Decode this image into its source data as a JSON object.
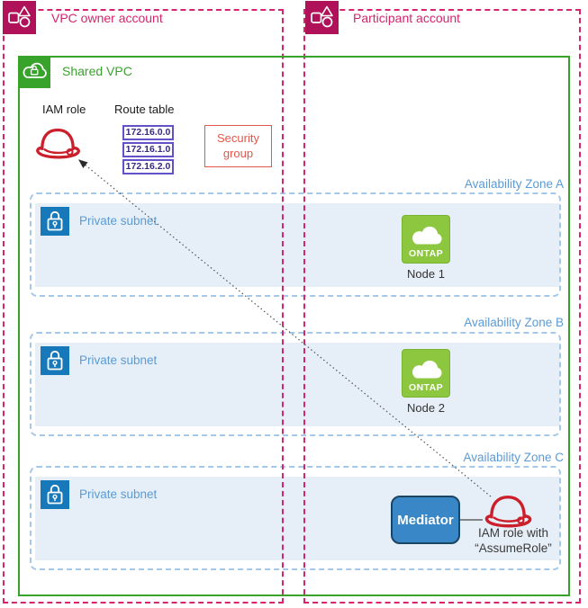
{
  "accounts": [
    {
      "label": "VPC owner account"
    },
    {
      "label": "Participant account"
    }
  ],
  "shared_vpc": {
    "label": "Shared VPC"
  },
  "iam_role": {
    "label": "IAM role"
  },
  "route_table": {
    "label": "Route table",
    "routes": [
      "172.16.0.0",
      "172.16.1.0",
      "172.16.2.0"
    ]
  },
  "security_group": {
    "label": "Security group"
  },
  "zones": [
    {
      "label": "Availability Zone A",
      "subnet_label": "Private subnet",
      "node": {
        "icon_label": "ONTAP",
        "label": "Node 1"
      }
    },
    {
      "label": "Availability Zone B",
      "subnet_label": "Private subnet",
      "node": {
        "icon_label": "ONTAP",
        "label": "Node 2"
      }
    },
    {
      "label": "Availability Zone C",
      "subnet_label": "Private subnet",
      "mediator_label": "Mediator",
      "assume_role_line1": "IAM role with",
      "assume_role_line2": "“AssumeRole”"
    }
  ],
  "colors": {
    "account_pink": "#d6246e",
    "account_icon_fill": "#b0125a",
    "vpc_green": "#38a32a",
    "ontap_green": "#8dc63f",
    "subnet_blue_fill": "#e6eff7",
    "subnet_icon_blue": "#1779ba",
    "az_label_blue": "#5b9bd5",
    "az_border_blue": "#a5c8e8",
    "route_table_purple": "#6152c9",
    "security_group_red": "#e2574c",
    "iam_hat_red": "#cb202c",
    "mediator_blue": "#3a87c8"
  }
}
